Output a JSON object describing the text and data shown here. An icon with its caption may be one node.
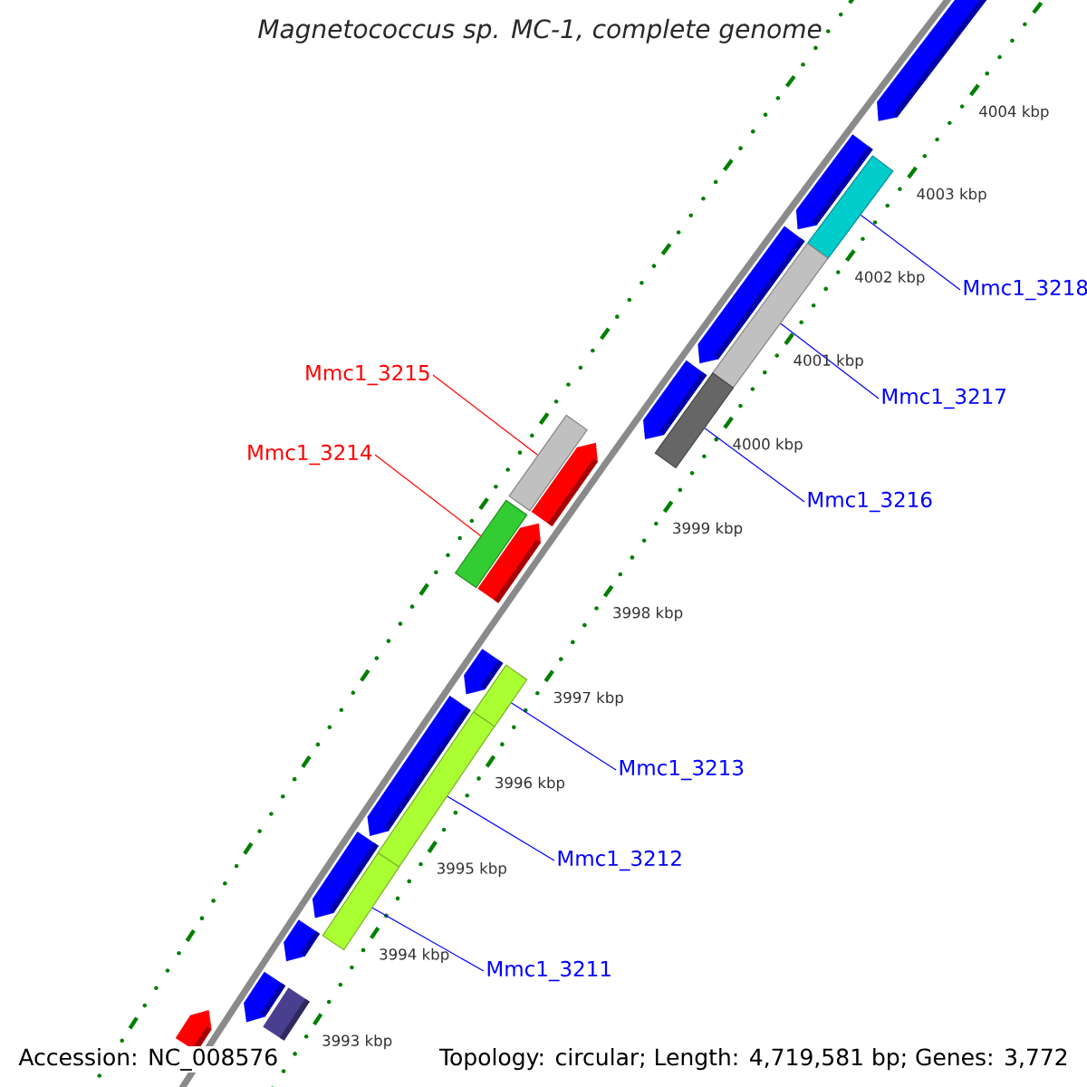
{
  "diagram": {
    "title": "Magnetococcus sp. MC-1, complete genome",
    "nodes": [
      {
        "text": [
          "Mmc1_3218"
        ]
      },
      {
        "text": [
          "Mmc1_3215"
        ]
      },
      {
        "text": [
          "Mmc1_3217"
        ]
      },
      {
        "text": [
          "Mmc1_3214"
        ]
      },
      {
        "text": [
          "Mmc1_3216"
        ]
      },
      {
        "text": [
          "Mmc1_3213"
        ]
      },
      {
        "text": [
          "Mmc1_3212"
        ]
      },
      {
        "text": [
          "Mmc1_3211"
        ]
      },
      {
        "text": [],
        "shape": "bar"
      },
      {
        "text": [],
        "shape": "bar"
      },
      {
        "text": [],
        "shape": "bar"
      },
      {
        "text": [],
        "shape": "bar"
      },
      {
        "text": [],
        "shape": "bar"
      },
      {
        "text": [],
        "shape": "bar"
      },
      {
        "text": [],
        "shape": "bar"
      },
      {
        "text": [],
        "shape": "bar"
      }
    ],
    "edges": [
      {
        "from": 0,
        "to": 8,
        "arrow": "none"
      },
      {
        "from": 1,
        "to": 9,
        "arrow": "none",
        "color": "#ff0000"
      },
      {
        "from": 2,
        "to": 10,
        "arrow": "none"
      },
      {
        "from": 3,
        "to": 11,
        "arrow": "none",
        "color": "#ff0000"
      },
      {
        "from": 4,
        "to": 12,
        "arrow": "none"
      },
      {
        "from": 5,
        "to": 13,
        "arrow": "none"
      },
      {
        "from": 6,
        "to": 14,
        "arrow": "none"
      },
      {
        "from": 7,
        "to": 15,
        "arrow": "none"
      }
    ],
    "labels": [
      "4004 kbp",
      "4003 kbp",
      "4002 kbp",
      "4001 kbp",
      "4000 kbp",
      "3999 kbp",
      "3998 kbp",
      "3997 kbp",
      "3996 kbp",
      "3995 kbp",
      "3994 kbp",
      "3993 kbp",
      "Accession: NC_008576",
      "Topology: circular; Length: 4,719,581 bp; Genes: 3,772"
    ]
  }
}
